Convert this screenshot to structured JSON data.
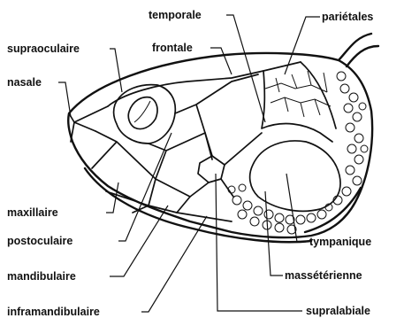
{
  "labels": {
    "temporale": "temporale",
    "parietales": "pariétales",
    "supraoculaire": "supraoculaire",
    "frontale": "frontale",
    "nasale": "nasale",
    "maxillaire": "maxillaire",
    "postoculaire": "postoculaire",
    "mandibulaire": "mandibulaire",
    "inframandibulaire": "inframandibulaire",
    "tympanique": "tympanique",
    "masseterienne": "massétérienne",
    "supralabiale": "supralabiale"
  }
}
